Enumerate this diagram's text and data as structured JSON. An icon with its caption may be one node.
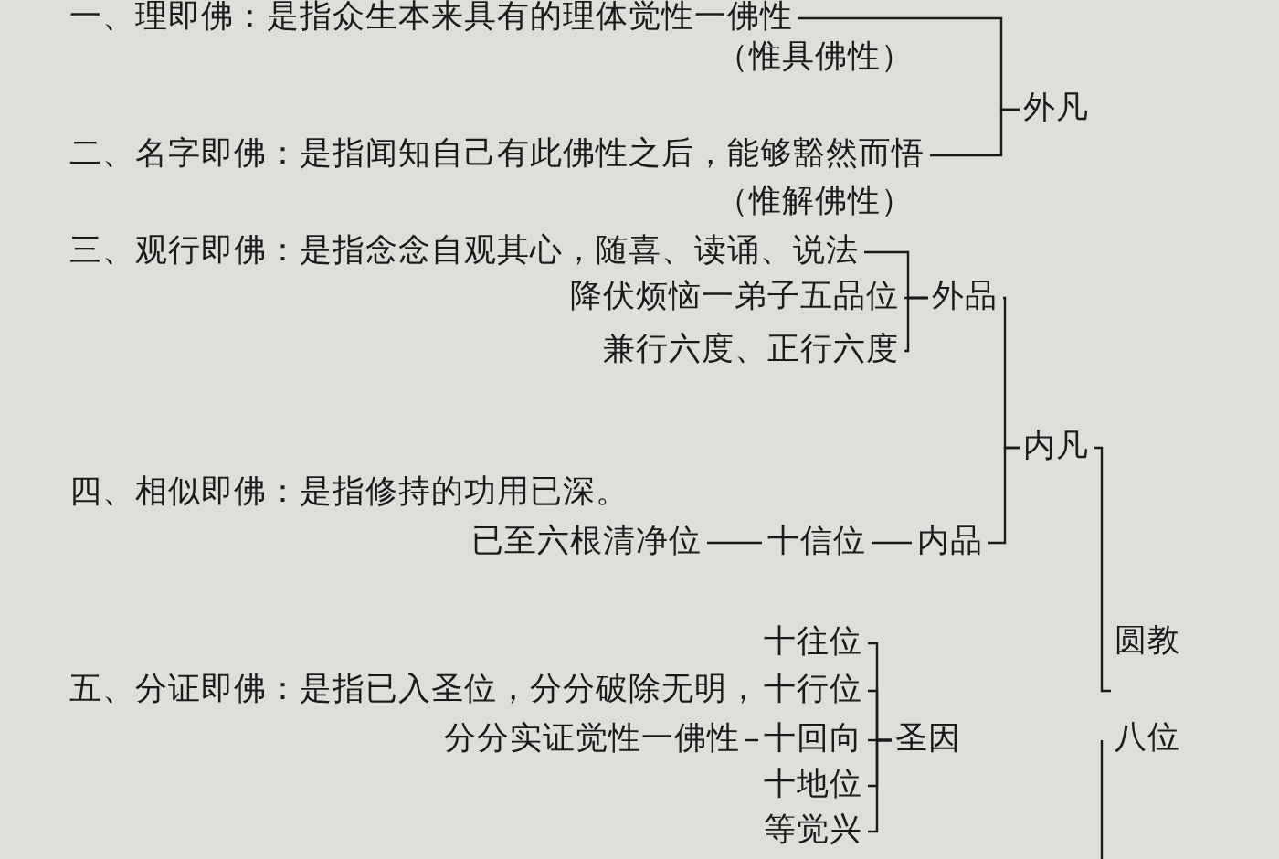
{
  "diagram": {
    "nodes": [
      {
        "text": [
          "一、理即佛：是指众生本来具有的理体觉性一佛性"
        ],
        "beside": [
          "（惟具佛性）"
        ]
      },
      {
        "text": [
          "二、名字即佛：是指闻知自己有此佛性之后，能够豁然而悟"
        ],
        "beside": [
          "（惟解佛性）"
        ]
      },
      {
        "text": [
          "外凡"
        ]
      },
      {
        "text": [
          "三、观行即佛：是指念念自观其心，随喜、读诵、说法"
        ]
      },
      {
        "text": [
          "降伏烦恼一弟子五品位"
        ]
      },
      {
        "text": [
          "兼行六度、正行六度"
        ]
      },
      {
        "text": [
          "外品"
        ]
      },
      {
        "text": [
          "四、相似即佛：是指修持的功用已深。"
        ]
      },
      {
        "text": [
          "已至六根清净位"
        ]
      },
      {
        "text": [
          "十信位"
        ]
      },
      {
        "text": [
          "内品"
        ]
      },
      {
        "text": [
          "内凡"
        ]
      },
      {
        "text": [
          "五、分证即佛：是指已入圣位，分分破除无明，"
        ]
      },
      {
        "text": [
          "分分实证觉性一佛性"
        ]
      },
      {
        "text": [
          "十往位"
        ]
      },
      {
        "text": [
          "十行位"
        ]
      },
      {
        "text": [
          "十回向"
        ]
      },
      {
        "text": [
          "十地位"
        ]
      },
      {
        "text": [
          "等觉兴"
        ]
      },
      {
        "text": [
          "圣因"
        ]
      },
      {
        "text": [
          "圆教",
          "八位"
        ]
      }
    ],
    "edges": [
      {
        "from": 0,
        "to": 2,
        "arrow": "none"
      },
      {
        "from": 1,
        "to": 2,
        "arrow": "none"
      },
      {
        "from": 3,
        "to": 6,
        "arrow": "none"
      },
      {
        "from": 4,
        "to": 6,
        "arrow": "none"
      },
      {
        "from": 5,
        "to": 6,
        "arrow": "none"
      },
      {
        "from": 6,
        "to": 11,
        "arrow": "none"
      },
      {
        "from": 8,
        "to": 9,
        "arrow": "none"
      },
      {
        "from": 9,
        "to": 10,
        "arrow": "none"
      },
      {
        "from": 10,
        "to": 11,
        "arrow": "none"
      },
      {
        "from": 13,
        "to": 16,
        "arrow": "none"
      },
      {
        "from": 14,
        "to": 19,
        "arrow": "none"
      },
      {
        "from": 15,
        "to": 19,
        "arrow": "none"
      },
      {
        "from": 16,
        "to": 19,
        "arrow": "none"
      },
      {
        "from": 17,
        "to": 19,
        "arrow": "none"
      },
      {
        "from": 18,
        "to": 19,
        "arrow": "none"
      },
      {
        "from": 11,
        "to": 20,
        "arrow": "none"
      }
    ]
  }
}
